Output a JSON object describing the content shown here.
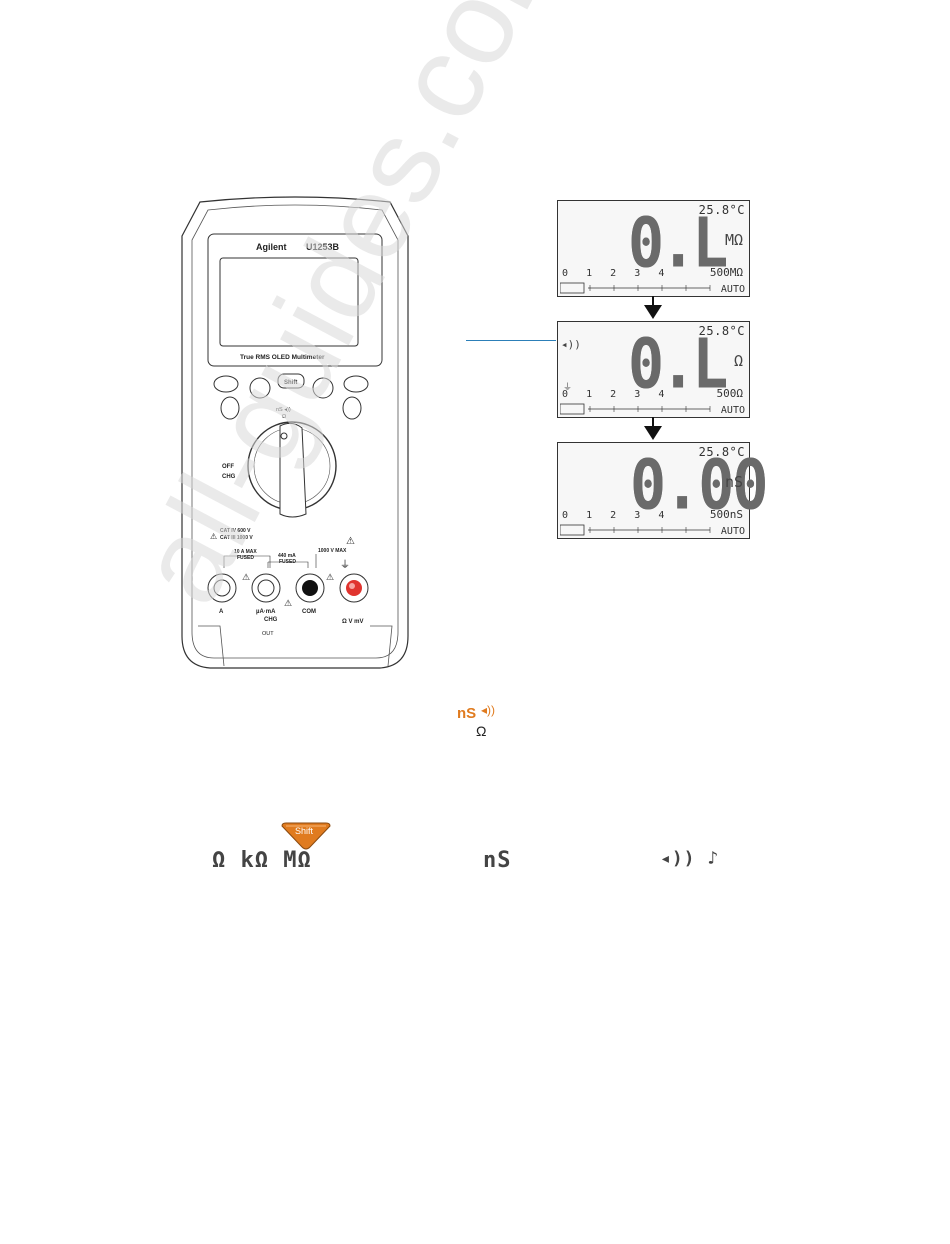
{
  "meter": {
    "brand": "Agilent",
    "model": "U1253B",
    "subtitle": "True RMS OLED Multimeter",
    "shift_label": "Shift",
    "dial_top_label": "nS ◂))",
    "dial_top_sub": "Ω",
    "off_label": "OFF",
    "chg_label": "CHG",
    "cat_iv": "CAT IV 600 V",
    "cat_iii": "CAT III 1000 V",
    "max_10a": "10 A MAX",
    "fused_a": "FUSED",
    "max_440": "440 mA",
    "fused_b": "FUSED",
    "max_1000v": "1000 V MAX",
    "term_a": "A",
    "term_uama": "µA·mA",
    "term_chg": "CHG",
    "term_out": "OUT",
    "term_com": "COM",
    "term_v": "Ω V mV"
  },
  "lcds": [
    {
      "temp": "25.8°C",
      "reading": "0.L",
      "unit": "MΩ",
      "scale": "0   1   2   3   4",
      "range": "500MΩ",
      "auto": "AUTO",
      "tone": "",
      "gnd": ""
    },
    {
      "temp": "25.8°C",
      "reading": "0.L",
      "unit": "Ω",
      "scale": "0   1   2   3   4",
      "range": "500Ω",
      "auto": "AUTO",
      "tone": "◂))",
      "gnd": "⏚"
    },
    {
      "temp": "25.8°C",
      "reading": "0.00",
      "unit": "nS",
      "scale": "0   1   2   3   4",
      "range": "500nS",
      "auto": "AUTO",
      "tone": "",
      "gnd": ""
    }
  ],
  "legend": {
    "ns": "nS",
    "sound": "◂))",
    "ohm": "Ω"
  },
  "row": {
    "shift": "Shift",
    "group1": "Ω kΩ  MΩ",
    "group2": "nS",
    "group3": "◂)) ♪"
  },
  "watermark": "all-guides.com",
  "colors": {
    "accent": "#e07b1f",
    "callout": "#2c7fb8",
    "terminal_red": "#e0342f"
  }
}
